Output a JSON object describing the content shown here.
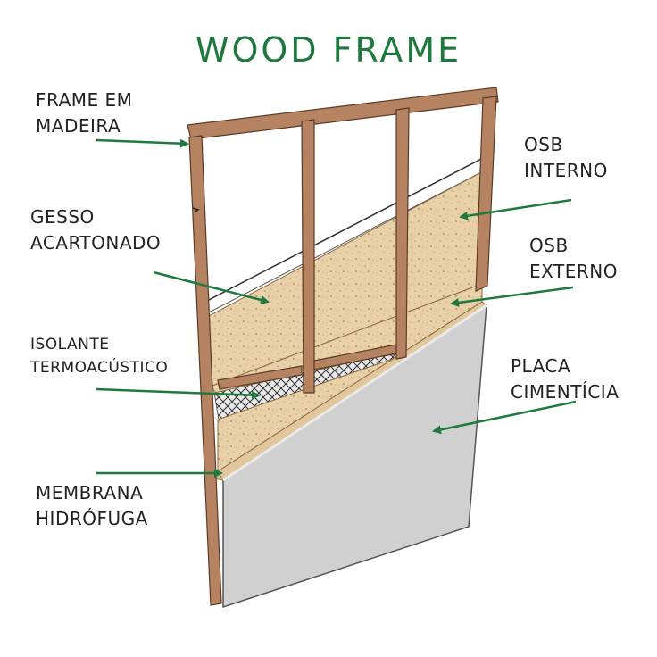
{
  "title": "WOOD FRAME",
  "colors": {
    "title": "#1e7a3c",
    "arrow": "#1e7a3c",
    "wood": "#b07e5b",
    "osb": "#e6cda5",
    "cement_board": "#cfcfcf",
    "drywall": "#ffffff"
  },
  "labels": {
    "frame_em_madeira": [
      "FRAME EM",
      "MADEIRA"
    ],
    "gesso_acartonado": [
      "GESSO",
      "ACARTONADO"
    ],
    "isolante_termoacustico": [
      "ISOLANTE",
      "TERMOACÚSTICO"
    ],
    "membrana_hidrofuga": [
      "MEMBRANA",
      "HIDRÓFUGA"
    ],
    "osb_interno": [
      "OSB",
      "INTERNO"
    ],
    "osb_externo": [
      "OSB",
      "EXTERNO"
    ],
    "placa_cimenticia": [
      "PLACA",
      "CIMENTÍCIA"
    ]
  }
}
